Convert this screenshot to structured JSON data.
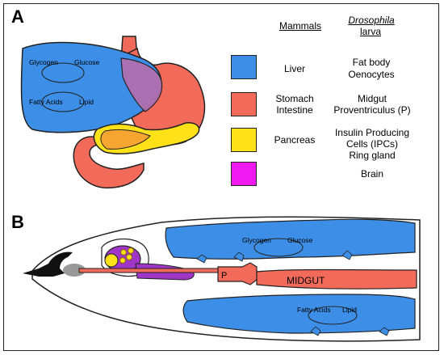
{
  "panel_a": {
    "letter": "A",
    "headers": {
      "mammals": "Mammals",
      "drosophila_line1": "Drosophila",
      "drosophila_line2": "larva"
    },
    "liver_labels": {
      "glycogen": "Glycogen",
      "glucose": "Glucose",
      "fatty_acids": "Fatty Acids",
      "lipid": "Lipid"
    },
    "legend": [
      {
        "color": "#3c8ee6",
        "mammal": "Liver",
        "fly_line1": "Fat body",
        "fly_line2": "Oenocytes",
        "fly_line3": ""
      },
      {
        "color": "#f26a5a",
        "mammal_line1": "Stomach",
        "mammal_line2": "Intestine",
        "fly_line1": "Midgut",
        "fly_line2": "Proventriculus (P)",
        "fly_line3": ""
      },
      {
        "color": "#ffe11a",
        "mammal": "Pancreas",
        "fly_line1": "Insulin Producing",
        "fly_line2": "Cells (IPCs)",
        "fly_line3": "Ring gland"
      },
      {
        "color": "#f019f0",
        "mammal": "",
        "fly_line1": "Brain",
        "fly_line2": "",
        "fly_line3": ""
      }
    ]
  },
  "panel_b": {
    "letter": "B",
    "labels": {
      "glycogen": "Glycogen",
      "glucose": "Glucose",
      "fatty_acids": "Fatty Acids",
      "lipid": "Lipid",
      "proventriculus": "P",
      "midgut": "MIDGUT"
    }
  },
  "colors": {
    "blue": "#3c8ee6",
    "red": "#f26a5a",
    "yellow": "#ffe11a",
    "magenta": "#f019f0",
    "orange": "#f7a531",
    "purple": "#a036c8",
    "pink_overlap": "#b06fb0"
  }
}
